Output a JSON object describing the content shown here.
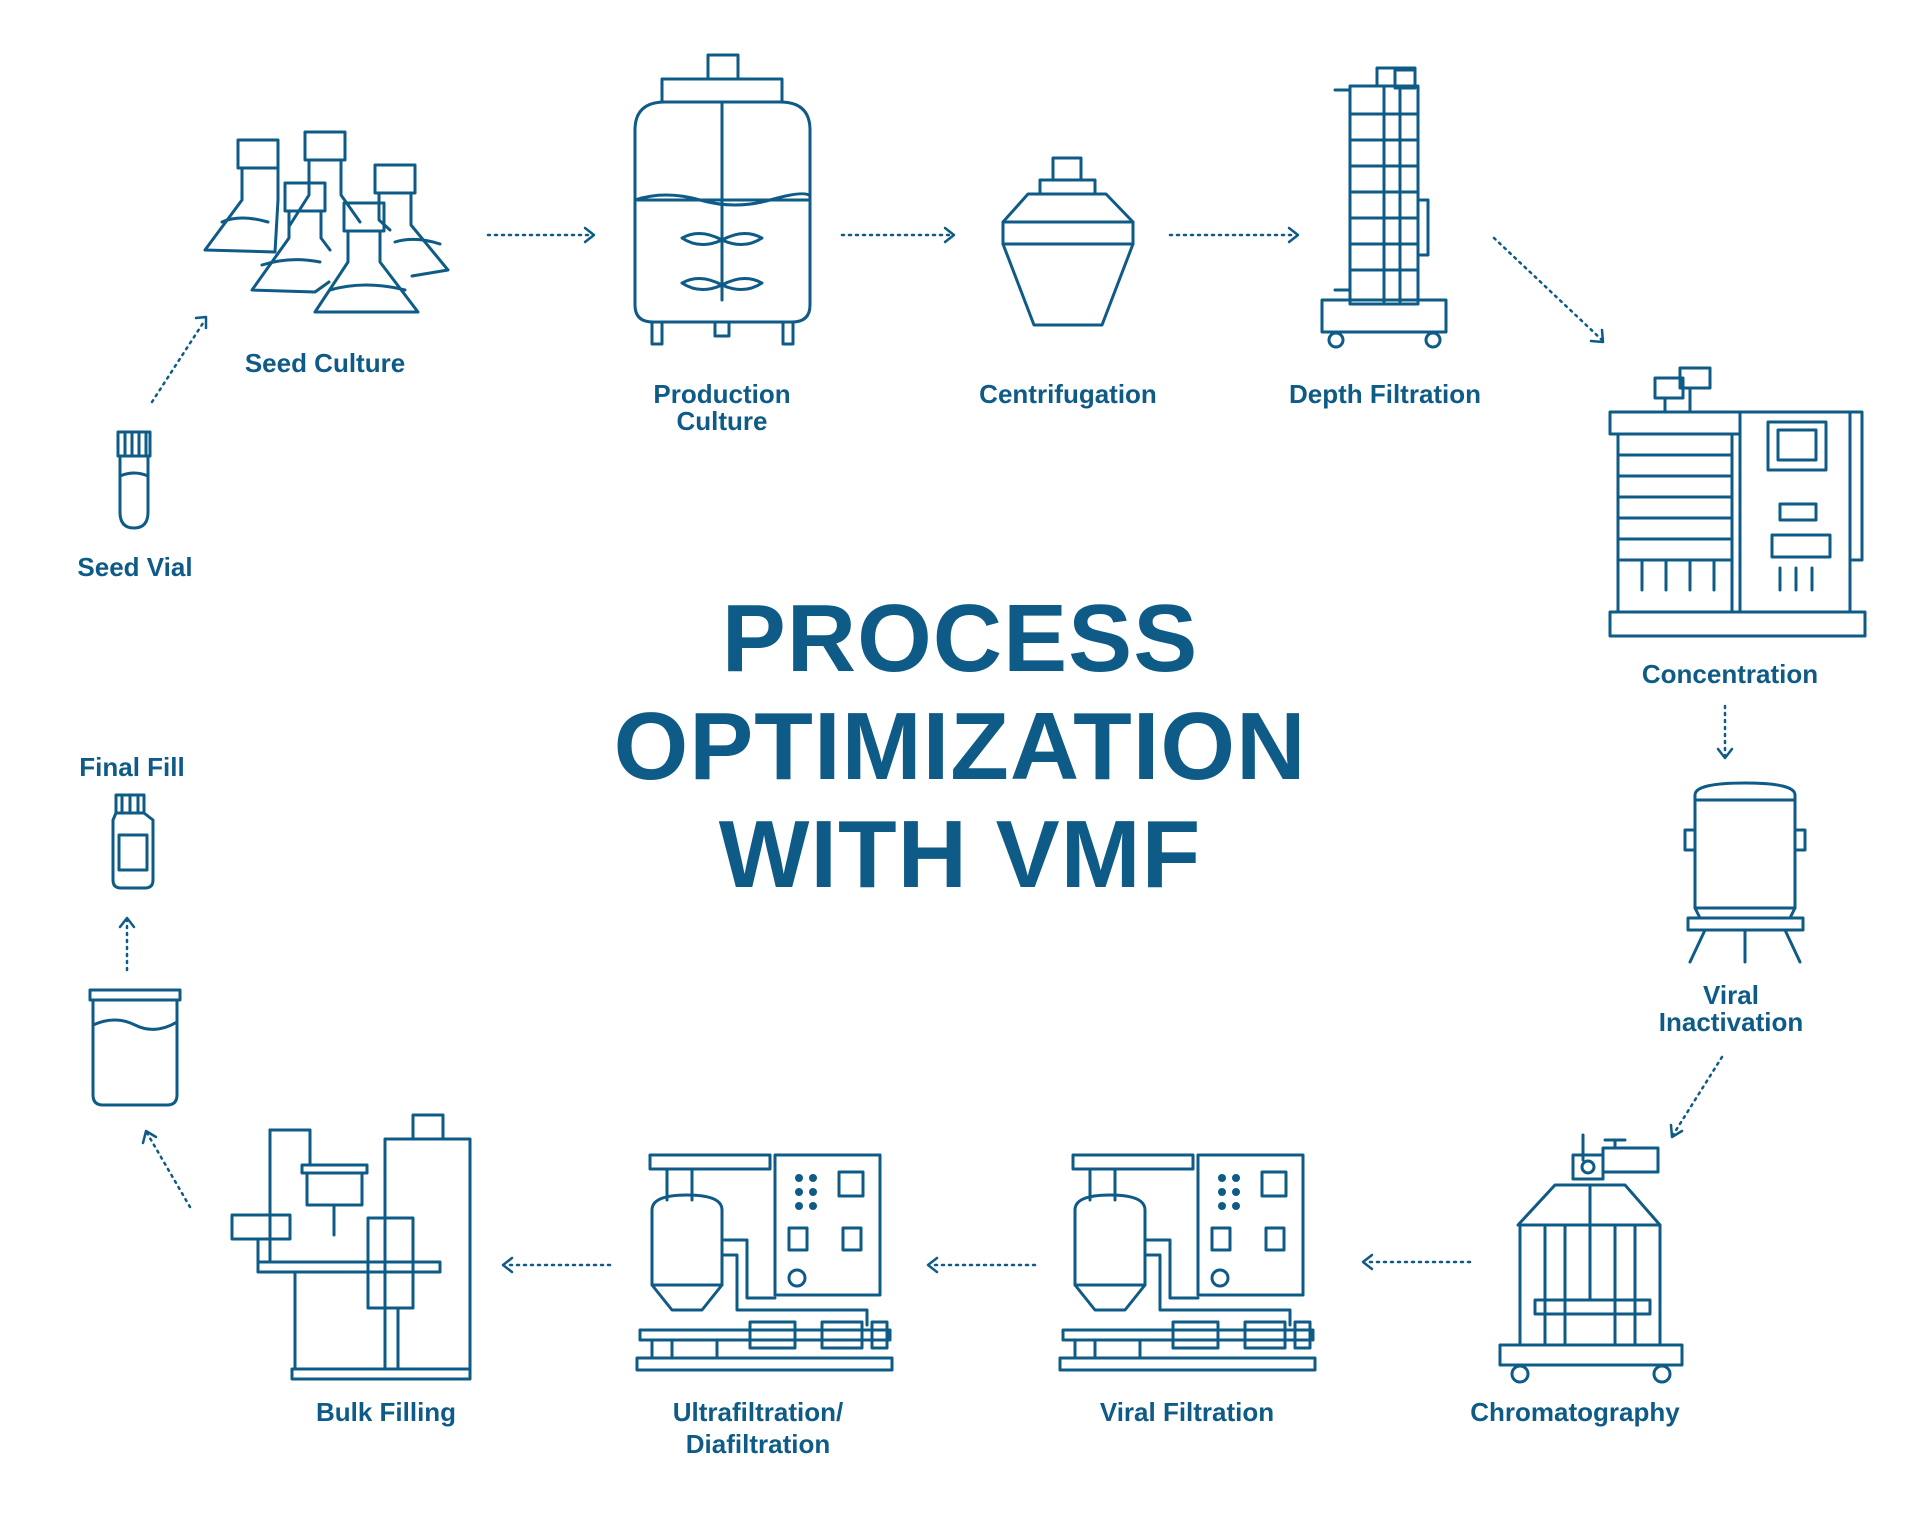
{
  "title": {
    "line1": "PROCESS",
    "line2": "OPTIMIZATION",
    "line3": "WITH VMF"
  },
  "steps": {
    "seed_vial": "Seed Vial",
    "seed_culture": "Seed Culture",
    "production_culture_1": "Production",
    "production_culture_2": "Culture",
    "centrifugation": "Centrifugation",
    "depth_filtration": "Depth Filtration",
    "concentration": "Concentration",
    "viral_inactivation_1": "Viral",
    "viral_inactivation_2": "Inactivation",
    "chromatography": "Chromatography",
    "viral_filtration": "Viral Filtration",
    "ultrafiltration_1": "Ultrafiltration/",
    "ultrafiltration_2": "Diafiltration",
    "bulk_filling": "Bulk Filling",
    "final_fill": "Final Fill"
  },
  "colors": {
    "primary": "#0f5b87",
    "background": "#ffffff"
  }
}
